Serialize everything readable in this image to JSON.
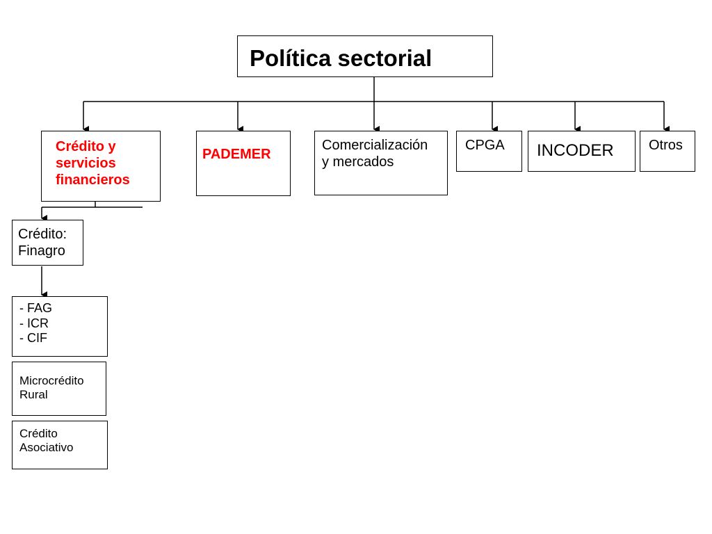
{
  "root": {
    "title": "Política sectorial"
  },
  "branches": {
    "credito": "Crédito y\nservicios\nfinancieros",
    "pademer": "PADEMER",
    "comercializacion": "Comercialización\n y mercados",
    "cpga": "CPGA",
    "incoder": "INCODER",
    "otros": "Otros"
  },
  "sub": {
    "finagro": "Crédito:\n Finagro",
    "programs": "- FAG\n- ICR\n- CIF",
    "microcredito": "Microcrédito\n  Rural",
    "asociativo": "Crédito\nAsociativo"
  },
  "colors": {
    "highlight": "#ff0000",
    "line": "#000000"
  }
}
